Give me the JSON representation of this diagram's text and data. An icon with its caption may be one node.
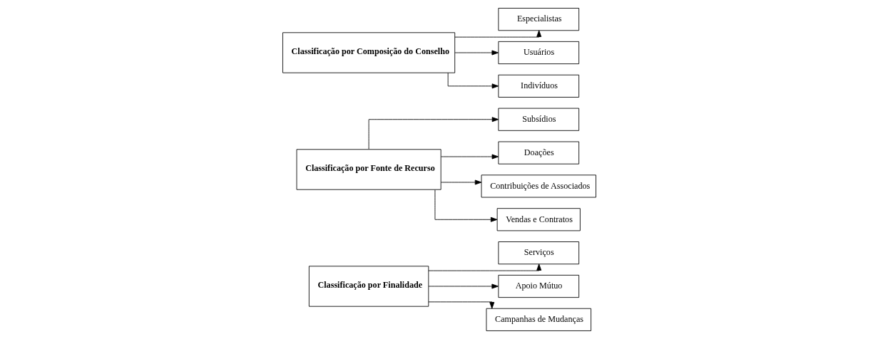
{
  "diagram": {
    "nodes": [
      {
        "text": [
          "Classificação por Finalidade"
        ]
      },
      {
        "text": [
          "Serviços"
        ]
      },
      {
        "text": [
          "Apoio Mútuo"
        ]
      },
      {
        "text": [
          "Campanhas de Mudanças"
        ]
      },
      {
        "text": [
          "Classificação por Fonte de Recurso"
        ]
      },
      {
        "text": [
          "Subsídios"
        ]
      },
      {
        "text": [
          "Doações"
        ]
      },
      {
        "text": [
          "Contribuições de Associados"
        ]
      },
      {
        "text": [
          "Vendas e Contratos"
        ]
      },
      {
        "text": [
          "Classificação por Composição do Conselho"
        ]
      },
      {
        "text": [
          "Especialistas"
        ]
      },
      {
        "text": [
          "Usuários"
        ]
      },
      {
        "text": [
          "Indivíduos"
        ]
      }
    ],
    "edges": [
      {
        "from": 0,
        "to": 1,
        "arrow": "to"
      },
      {
        "from": 0,
        "to": 2,
        "arrow": "to"
      },
      {
        "from": 0,
        "to": 3,
        "arrow": "to"
      },
      {
        "from": 4,
        "to": 5,
        "arrow": "to"
      },
      {
        "from": 4,
        "to": 6,
        "arrow": "to"
      },
      {
        "from": 4,
        "to": 7,
        "arrow": "to"
      },
      {
        "from": 4,
        "to": 8,
        "arrow": "to"
      },
      {
        "from": 9,
        "to": 10,
        "arrow": "to"
      },
      {
        "from": 9,
        "to": 11,
        "arrow": "to"
      },
      {
        "from": 9,
        "to": 12,
        "arrow": "to"
      }
    ]
  }
}
